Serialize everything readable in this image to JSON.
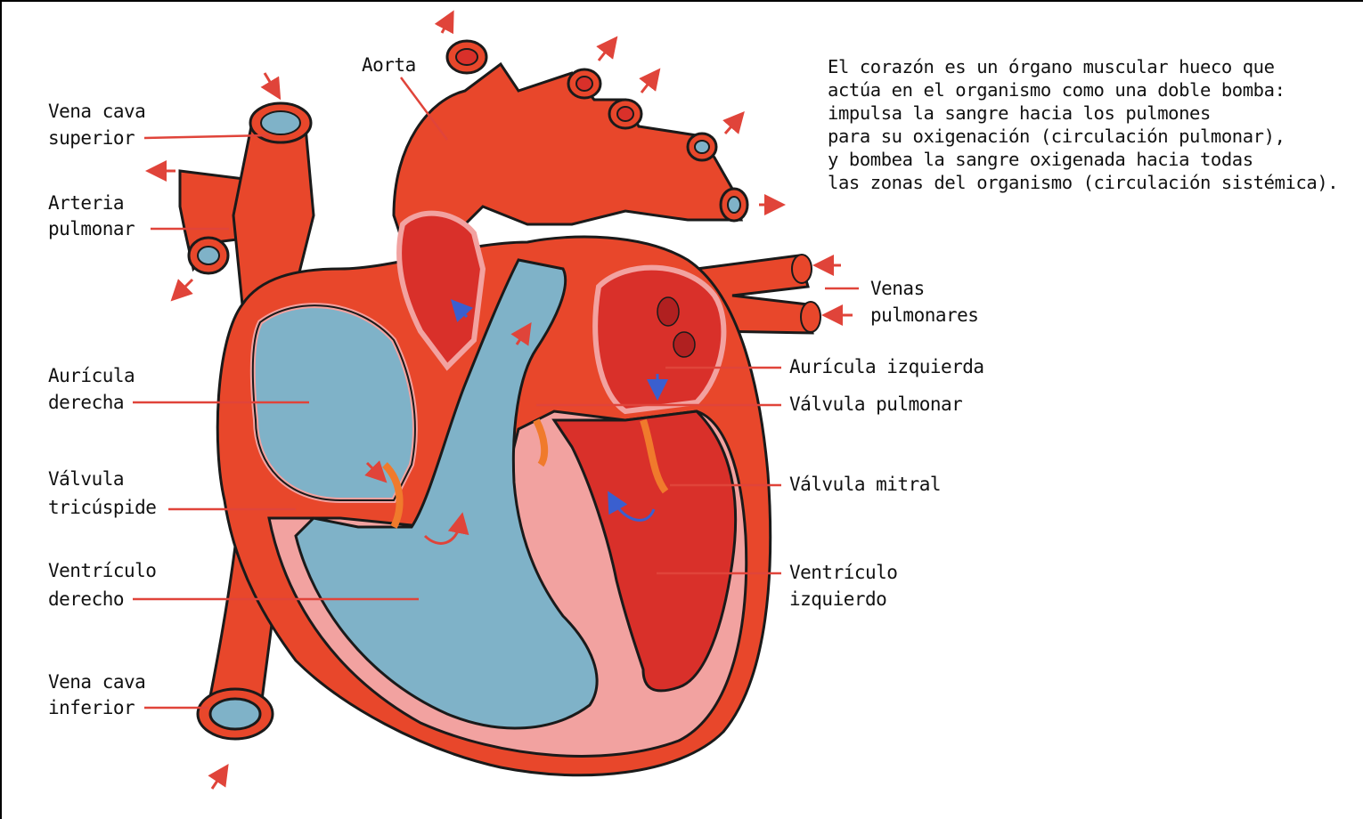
{
  "intro": {
    "lines": [
      "El corazón es un órgano muscular hueco que",
      "actúa en el organismo como una doble bomba:",
      "impulsa la sangre hacia los pulmones",
      "para su oxigenación (circulación pulmonar),",
      "y bombea la sangre oxigenada hacia todas",
      "las zonas del organismo (circulación sistémica)."
    ]
  },
  "labels": {
    "aorta": "Aorta",
    "vena_cava_superior": [
      "Vena cava",
      "superior"
    ],
    "arteria_pulmonar": [
      "Arteria",
      "pulmonar"
    ],
    "venas_pulmonares": [
      "Venas",
      "pulmonares"
    ],
    "auricula_derecha": [
      "Aurícula",
      "derecha"
    ],
    "auricula_izquierda": "Aurícula izquierda",
    "valvula_pulmonar": "Válvula pulmonar",
    "valvula_tricuspide": [
      "Válvula",
      "tricúspide"
    ],
    "valvula_mitral": "Válvula mitral",
    "ventriculo_derecho": [
      "Ventrículo",
      "derecho"
    ],
    "ventriculo_izquierdo": [
      "Ventrículo",
      "izquierdo"
    ],
    "vena_cava_inferior": [
      "Vena cava",
      "inferior"
    ]
  },
  "colors": {
    "muscle": "#e8472b",
    "muscle_highlight": "#f07a2c",
    "oxygenated_blood": "#d9302a",
    "deoxygenated_blood": "#7fb2c8",
    "inner_wall": "#f2a2a0",
    "leader_line": "#e0443a",
    "flow_arrow_red": "#e0443a",
    "flow_arrow_blue": "#3a5fcf",
    "outline": "#1a1a1a"
  }
}
